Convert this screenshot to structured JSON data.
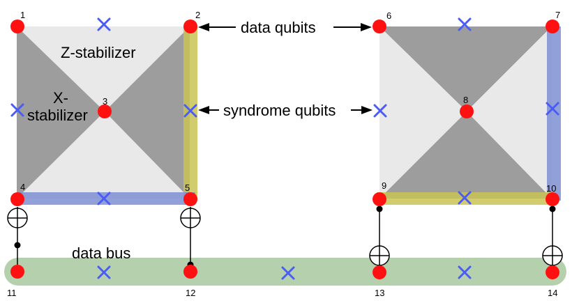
{
  "colors": {
    "light_face": "#e9e9e9",
    "dark_face": "#9d9d9d",
    "data_qubit": "#ff1111",
    "syndrome_qubit": "#4a5cf5",
    "highlight_yellow": "#c9c455",
    "highlight_blue": "#7f8fd2",
    "bus": "#b5d0ad"
  },
  "icons": {
    "data_qubit": "red-circle",
    "syndrome_qubit": "blue-cross",
    "cnot_target": "circle-plus",
    "cnot_control": "black-dot"
  },
  "labels": {
    "z_stabilizer": "Z-stabilizer",
    "x_stabilizer_line1": "X-",
    "x_stabilizer_line2": "stabilizer",
    "data_qubits": "data qubits",
    "syndrome_qubits": "syndrome qubits",
    "data_bus": "data bus"
  },
  "qubit_numbers": {
    "q1": "1",
    "q2": "2",
    "q3": "3",
    "q4": "4",
    "q5": "5",
    "q6": "6",
    "q7": "7",
    "q8": "8",
    "q9": "9",
    "q10": "10",
    "q11": "11",
    "q12": "12",
    "q13": "13",
    "q14": "14"
  }
}
